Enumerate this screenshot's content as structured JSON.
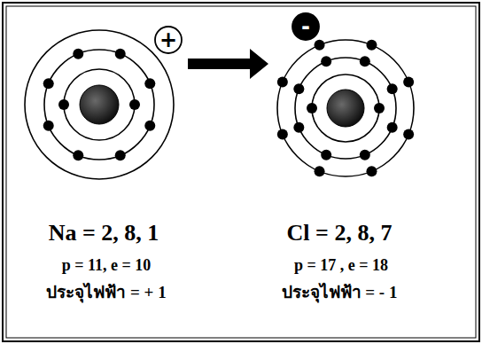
{
  "diagram": {
    "nodes": [
      {
        "text": [
          "+"
        ]
      },
      {
        "text": [
          "-"
        ]
      }
    ],
    "labels": [
      "Na = 2, 8, 1",
      "p = 11, e = 10",
      "ประจุไฟฟ้า = + 1",
      "Cl = 2, 8, 7",
      "p = 17 , e = 18",
      "ประจุไฟฟ้า = - 1"
    ]
  }
}
